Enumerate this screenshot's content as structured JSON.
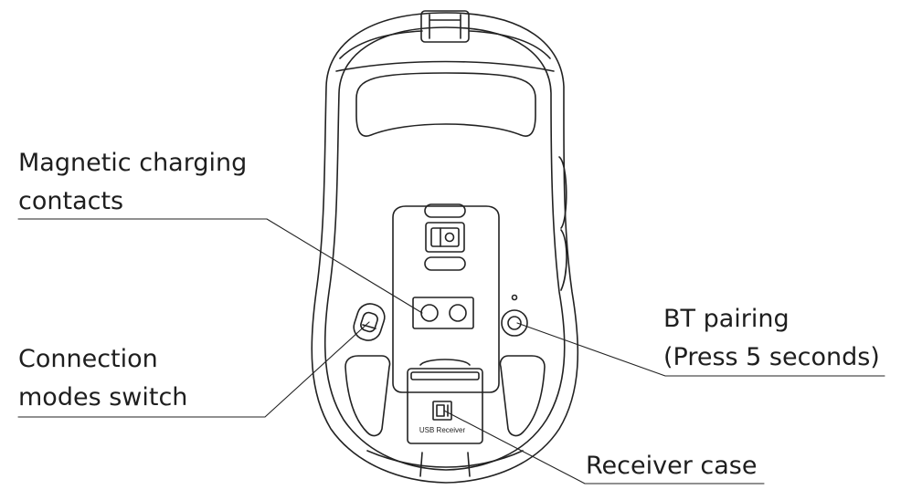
{
  "callouts": {
    "magnetic": {
      "line1": "Magnetic charging",
      "line2": "contacts"
    },
    "connection": {
      "line1": "Connection",
      "line2": "modes switch"
    },
    "bt": {
      "line1": "BT pairing",
      "line2": "(Press 5 seconds)"
    },
    "receiver": {
      "line1": "Receiver case"
    }
  },
  "receiver_label": "USB Receiver",
  "colors": {
    "stroke": "#222222",
    "background": "#ffffff"
  }
}
